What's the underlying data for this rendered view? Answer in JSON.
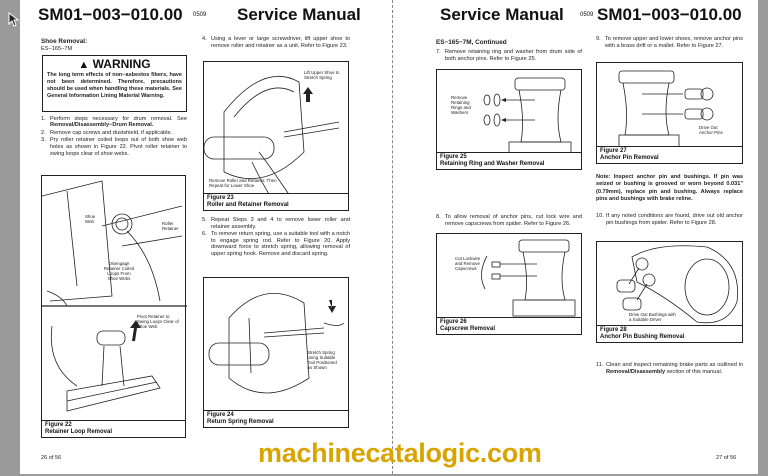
{
  "left_page": {
    "doc_number": "SM01−003−010.00",
    "rev_code": "0509",
    "title": "Service Manual",
    "section_heading": "Shoe Removal:",
    "model": "ES−165−7M",
    "warning": {
      "title": "WARNING",
      "text": "The long term effects of non−asbestos fibers, have not been determined. Therefore, precautions should be used when handling these materials. See General Information Lining Material Warning."
    },
    "steps": [
      {
        "num": "1.",
        "text": "Perform steps necessary for drum removal. See ",
        "bold": "Removal/Disassembly−Drum Removal."
      },
      {
        "num": "2.",
        "text": "Remove cap screws and dustshield, if applicable."
      },
      {
        "num": "3.",
        "text": "Pry roller retainer coiled loops out of both shoe web holes as shown in Figure 22. Pivot roller retainer to swing loops clear of shoe webs."
      },
      {
        "num": "4.",
        "text": "Using a lever or large screwdriver, lift upper shoe to remove roller and retainer as a unit. Refer to Figure 23."
      },
      {
        "num": "5.",
        "text": "Repeat Steps 3 and 4 to remove lower roller and retainer assembly."
      },
      {
        "num": "6.",
        "text": "To remove return spring, use a suitable tool with a notch to engage spring rod. Refer to Figure 20. Apply downward force to stretch spring, allowing removal of upper spring hook. Remove and discard spring."
      }
    ],
    "figures": [
      {
        "number": "Figure 22",
        "title": "Retainer Loop Removal",
        "labels": [
          "Shoe Web",
          "Roller Retainer",
          "Disengage Retainer Coiled Loops From Shoe Webs",
          "Pivot Retainer to Swing Loops Clear of Shoe Web"
        ]
      },
      {
        "number": "Figure 23",
        "title": "Roller and Retainer Removal",
        "labels": [
          "Lift Upper Shoe to Stretch Spring",
          "Remove Roller and Retainer, Then Repeat for Lower Shoe"
        ]
      },
      {
        "number": "Figure 24",
        "title": "Return Spring Removal",
        "labels": [
          "Stretch Spring Using Suitable Tool Positioned As Shown"
        ]
      }
    ],
    "page_number": "26 of 56"
  },
  "right_page": {
    "title": "Service Manual",
    "rev_code": "0509",
    "doc_number": "SM01−003−010.00",
    "section_heading": "ES−165−7M, Continued",
    "steps": [
      {
        "num": "7.",
        "text": "Remove retaining ring and washer from drum side of both anchor pins. Refer to Figure 25."
      },
      {
        "num": "8.",
        "text": "To allow removal of anchor pins, cut lock wire and remove capscrews from spider. Refer to Figure 26."
      },
      {
        "num": "9.",
        "text": "To remove upper and lower shoes, remove anchor pins with a brass drift or a mallet. Refer to Figure 27."
      },
      {
        "num": "10.",
        "text": "If any noted conditions are found, drive out old anchor pin bushings from spider. Refer to Figure 28."
      },
      {
        "num": "11.",
        "text": "Clean and inspect remaining brake parts as outlined in ",
        "bold": "Removal/Disassembly",
        "text2": " section of this manual."
      }
    ],
    "note": "Note: Inspect anchor pin and bushings. If pin was seized or bushing is grooved or worn beyond 0.031\" (0.79mm), replace pin and bushing. Always replace pins and bushings with brake reline.",
    "figures": [
      {
        "number": "Figure 25",
        "title": "Retaining Ring and Washer Removal",
        "labels": [
          "Remove Retaining Rings and Washers"
        ]
      },
      {
        "number": "Figure 26",
        "title": "Capscrew Removal",
        "labels": [
          "Cut Lockwire and Remove Capscrews"
        ]
      },
      {
        "number": "Figure 27",
        "title": "Anchor Pin Removal",
        "labels": [
          "Drive Out Anchor Pins"
        ]
      },
      {
        "number": "Figure 28",
        "title": "Anchor Pin Bushing Removal",
        "labels": [
          "Drive Out Bushings with a Suitable Driver"
        ]
      }
    ],
    "page_number": "27 of 56"
  },
  "watermark": "machinecatalogic.com",
  "colors": {
    "watermark": "#d9a400",
    "background": "#9a9a9a"
  }
}
